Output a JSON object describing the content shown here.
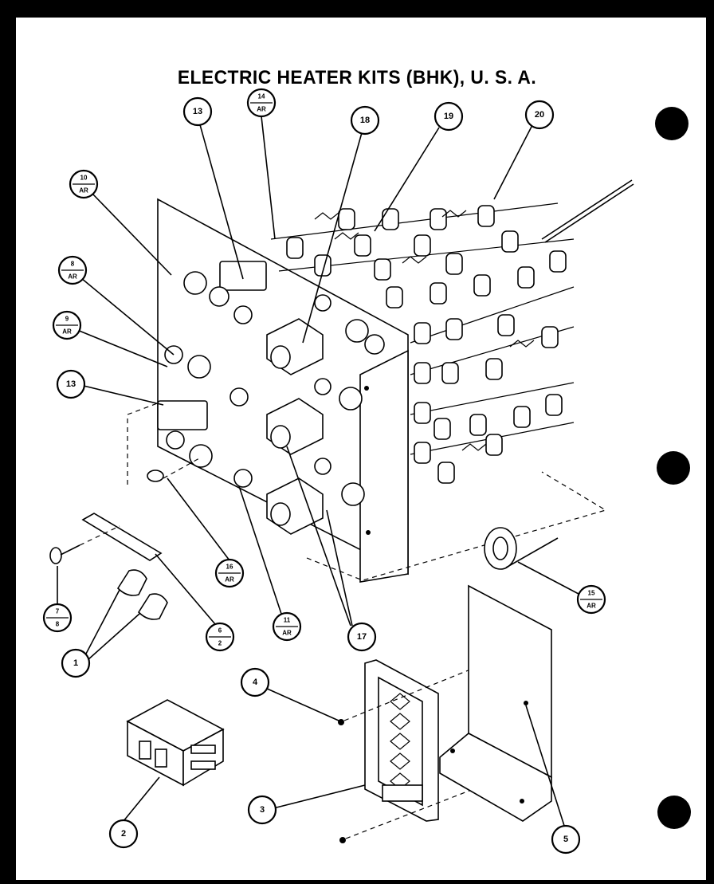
{
  "title": "ELECTRIC HEATER KITS (BHK), U. S. A.",
  "callouts": [
    {
      "id": "c13a",
      "label": "13"
    },
    {
      "id": "c14",
      "num": "14",
      "den": "AR"
    },
    {
      "id": "c18a",
      "label": "18"
    },
    {
      "id": "c19",
      "label": "19"
    },
    {
      "id": "c20",
      "label": "20"
    },
    {
      "id": "c10",
      "num": "10",
      "den": "AR"
    },
    {
      "id": "c8",
      "num": "8",
      "den": "AR"
    },
    {
      "id": "c9",
      "num": "9",
      "den": "AR"
    },
    {
      "id": "c13b",
      "label": "13"
    },
    {
      "id": "c16",
      "num": "16",
      "den": "AR"
    },
    {
      "id": "c7",
      "num": "7",
      "den": "8"
    },
    {
      "id": "c6",
      "num": "6",
      "den": "2"
    },
    {
      "id": "c11",
      "num": "11",
      "den": "AR"
    },
    {
      "id": "c17",
      "label": "17"
    },
    {
      "id": "c15",
      "num": "15",
      "den": "AR"
    },
    {
      "id": "c1",
      "label": "1"
    },
    {
      "id": "c4",
      "label": "4"
    },
    {
      "id": "c2",
      "label": "2"
    },
    {
      "id": "c3",
      "label": "3"
    },
    {
      "id": "c5",
      "label": "5"
    }
  ]
}
